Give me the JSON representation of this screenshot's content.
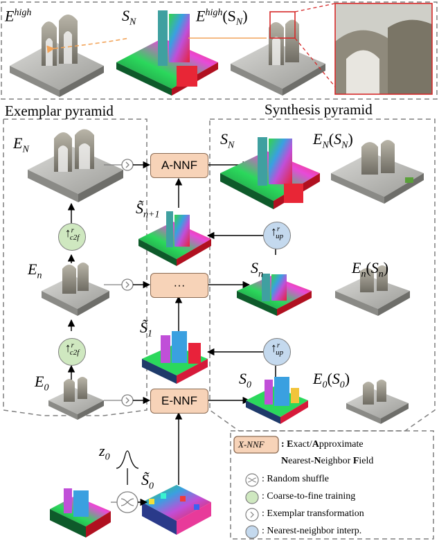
{
  "top_strip": {
    "label_exemplar_high": "E",
    "label_exemplar_high_sup": "high",
    "label_synth": "S",
    "label_synth_sub": "N",
    "label_result": "E",
    "label_result_sup": "high",
    "label_result_arg": "(S",
    "label_result_arg_sub": "N",
    "label_result_close": ")"
  },
  "sections": {
    "exemplar_title": "Exemplar pyramid",
    "synthesis_title": "Synthesis pyramid"
  },
  "exemplar_levels": [
    {
      "base": "E",
      "sub": "N"
    },
    {
      "base": "E",
      "sub": "n"
    },
    {
      "base": "E",
      "sub": "0"
    }
  ],
  "synthesis_levels": [
    {
      "base": "S",
      "sub": "N",
      "result": "E",
      "result_sub": "N",
      "arg": "S",
      "arg_sub": "N"
    },
    {
      "base": "S",
      "sub": "n",
      "result": "E",
      "result_sub": "n",
      "arg": "S",
      "arg_sub": "n"
    },
    {
      "base": "S",
      "sub": "0",
      "result": "E",
      "result_sub": "0",
      "arg": "S",
      "arg_sub": "0"
    }
  ],
  "intermediate": [
    {
      "base": "S̃",
      "sub": "n+1"
    },
    {
      "base": "S̃",
      "sub": "1"
    },
    {
      "base": "S̃",
      "sub": "0"
    }
  ],
  "noise": {
    "base": "z",
    "sub": "0"
  },
  "boxes": {
    "a_nnf": "A-NNF",
    "ellipsis": "···",
    "e_nnf": "E-NNF"
  },
  "operators": {
    "c2f": "↑",
    "c2f_sup": "r",
    "c2f_sub": "c2f",
    "up": "↑",
    "up_sup": "r",
    "up_sub": "up"
  },
  "legend": {
    "nnf_key": "X-NNF",
    "nnf_desc_1a": "E",
    "nnf_desc_1b": "xact/",
    "nnf_desc_1c": "A",
    "nnf_desc_1d": "pproximate",
    "nnf_desc_2a": "N",
    "nnf_desc_2b": "earest-",
    "nnf_desc_2c": "N",
    "nnf_desc_2d": "eighbor ",
    "nnf_desc_2e": "F",
    "nnf_desc_2f": "ield",
    "shuffle": ": Random shuffle",
    "c2f": ": Coarse-to-fine training",
    "transform": ": Exemplar transformation",
    "interp": ": Nearest-neighbor interp."
  },
  "colors": {
    "box_fill": "#f7d3b8",
    "c2f_fill": "#cfe8c0",
    "up_fill": "#c4d9ee",
    "highlight": "#d62828",
    "orange_arrow": "#f2a45a",
    "dash": "#7f7f7f"
  }
}
